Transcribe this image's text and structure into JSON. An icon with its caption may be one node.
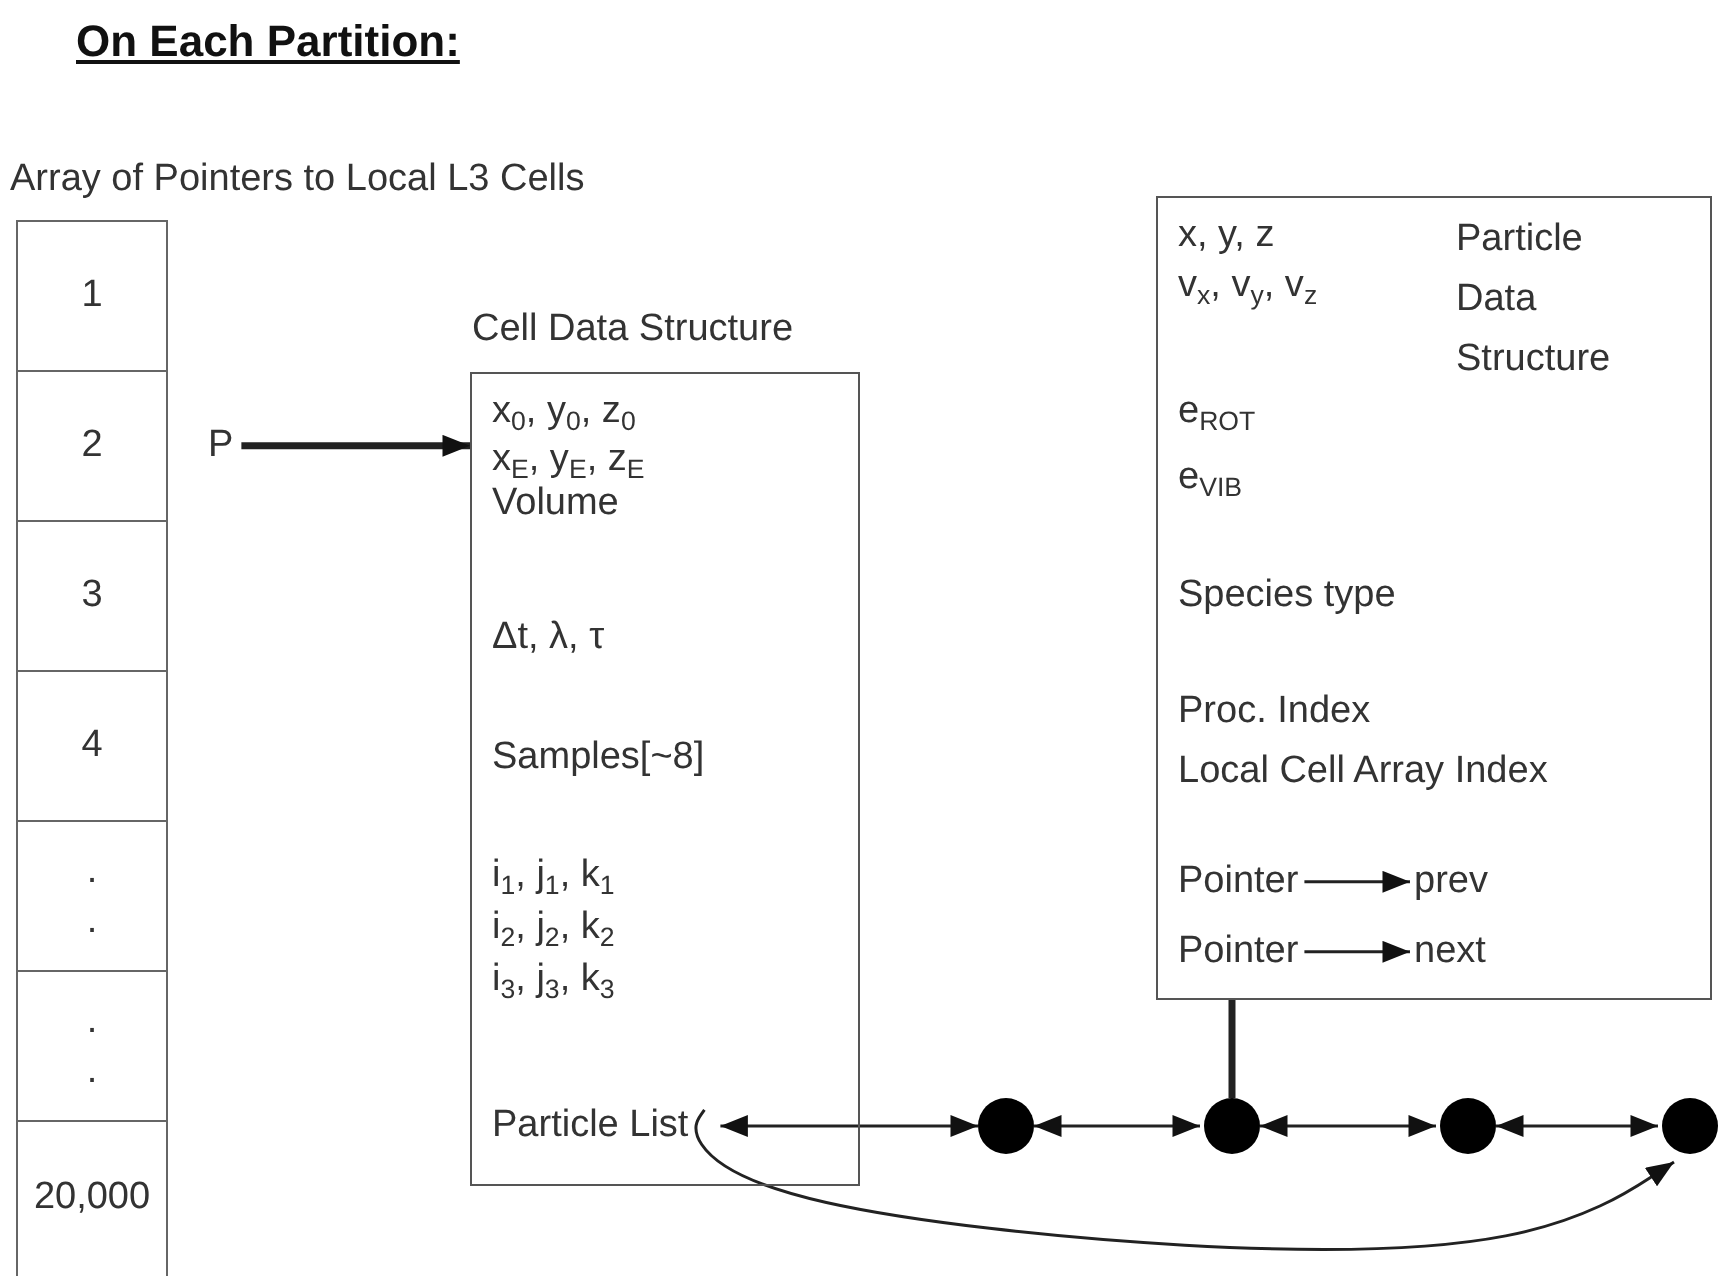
{
  "diagram": {
    "title": "On Each Partition:",
    "nodes": [
      {
        "text": [
          "Array of Pointers to Local L3 Cells"
        ]
      },
      {
        "text": [
          "1"
        ],
        "in": 0
      },
      {
        "text": [
          "2"
        ],
        "in": 0
      },
      {
        "text": [
          "3"
        ],
        "in": 0
      },
      {
        "text": [
          "4"
        ],
        "in": 0
      },
      {
        "text": [
          ". ."
        ],
        "in": 0
      },
      {
        "text": [
          ". ."
        ],
        "in": 0
      },
      {
        "text": [
          "20,000"
        ],
        "in": 0
      },
      {
        "text": [
          "P"
        ]
      },
      {
        "text": [
          "Cell Data Structure",
          "x$_{0}$, y$_{0}$, z$_{0}$",
          "x$_{E}$, y$_{E}$, z$_{E}$",
          "Volume",
          "Δt, λ, τ",
          "Samples[~8]",
          "i$_{1}$, j$_{1}$, k$_{1}$",
          "i$_{2}$, j$_{2}$, k$_{2}$",
          "i$_{3}$, j$_{3}$, k$_{3}$"
        ]
      },
      {
        "text": [
          "Particle List"
        ],
        "in": 9
      },
      {
        "text": [
          "x, y, z",
          "v$_{x}$, v$_{y}$, v$_{z}$",
          "Particle Data Structure",
          "e$_{ROT}$",
          "e$_{VIB}$",
          "Species type",
          "Proc. Index",
          "Local Cell Array Index"
        ]
      },
      {
        "text": [
          "Pointer"
        ],
        "in": 11
      },
      {
        "text": [
          "prev"
        ],
        "in": 11
      },
      {
        "text": [
          "Pointer"
        ],
        "in": 11
      },
      {
        "text": [
          "next"
        ],
        "in": 11
      },
      {
        "text": [],
        "shape": "circle"
      },
      {
        "text": [],
        "shape": "circle"
      },
      {
        "text": [],
        "shape": "circle"
      },
      {
        "text": [],
        "shape": "circle"
      }
    ],
    "edges": [
      {
        "from": 8,
        "to": 9,
        "arrow": "to",
        "style": "thick"
      },
      {
        "from": 10,
        "to": 16,
        "arrow": "both"
      },
      {
        "from": 16,
        "to": 17,
        "arrow": "both"
      },
      {
        "from": 17,
        "to": 18,
        "arrow": "both"
      },
      {
        "from": 18,
        "to": 19,
        "arrow": "both"
      },
      {
        "from": 11,
        "to": 17,
        "arrow": "none",
        "style": "thick"
      },
      {
        "from": 10,
        "to": 19,
        "arrow": "to"
      },
      {
        "from": 12,
        "to": 13,
        "arrow": "to"
      },
      {
        "from": 14,
        "to": 15,
        "arrow": "to"
      }
    ]
  }
}
